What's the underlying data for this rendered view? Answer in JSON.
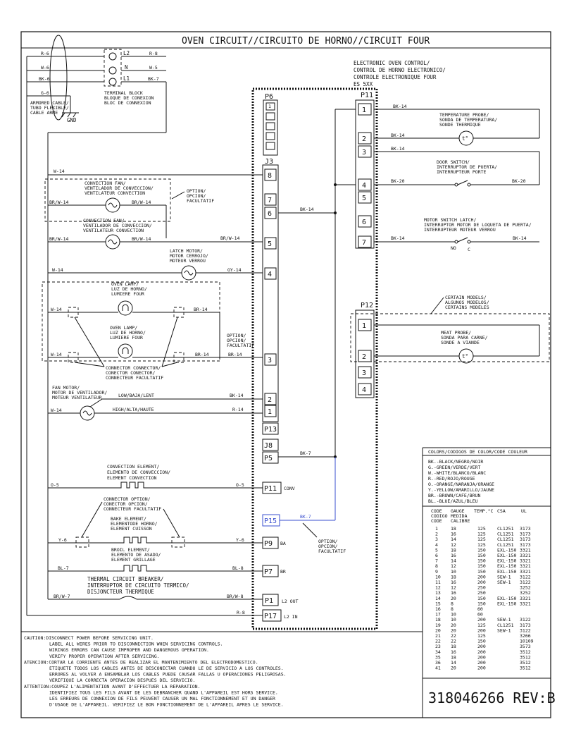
{
  "title": "OVEN CIRCUIT//CIRCUITO DE HORNO//CIRCUIT FOUR",
  "terminal_block": {
    "l2": "L2",
    "n": "N",
    "l1": "L1",
    "label": [
      "TERMINAL BLOCK",
      "BLOQUE DE CONEXION",
      "BLOC DE CONNEXION"
    ]
  },
  "supply": {
    "r6": "R-6",
    "w6": "W-6",
    "bk6": "BK-6",
    "g6": "G-6",
    "r8": "R-8",
    "w5": "W-5",
    "bk7": "BK-7",
    "cable": [
      "ARMORED CABLE/",
      "TUBO FLEXIBLE/",
      "CABLE ARME"
    ],
    "gnd": "GND"
  },
  "control_label": [
    "ELECTRONIC OVEN CONTROL/",
    "CONTROL DE HORNO ELECTRONICO/",
    "CONTROLE ELECTRONIQUE FOUR",
    "ES 5XX"
  ],
  "connectors": {
    "p6": "P6",
    "j3": "J3",
    "p11": "P11",
    "p12": "P12",
    "p13": "P13",
    "j8": "J8",
    "p5": "P5",
    "p11b": "P11",
    "conv": "CONV",
    "p15": "P15",
    "p9": "P9",
    "ba": "BA",
    "p7": "P7",
    "br": "BR",
    "p1": "P1",
    "l2out": "L2 OUT",
    "p17": "P17",
    "l2in": "L2 IN"
  },
  "j3_pins": [
    "8",
    "7",
    "6",
    "5",
    "4",
    "3",
    "2",
    "1"
  ],
  "p11_pins": [
    "1",
    "2",
    "3",
    "4",
    "5",
    "6",
    "7"
  ],
  "p12_pins": [
    "1",
    "2",
    "3",
    "4"
  ],
  "wires": {
    "w14": "W-14",
    "brw14": "BR/W-14",
    "bk14": "BK-14",
    "gy14": "GY-14",
    "br14": "BR-14",
    "r14": "R-14",
    "bk7": "BK-7",
    "o5": "O-5",
    "y6": "Y-6",
    "bl7": "BL-7",
    "bl8": "BL-8",
    "brw7": "BR/W-7",
    "brw8": "BR/W-8",
    "r8": "R-8",
    "bk20": "BK-20"
  },
  "components": {
    "conv_fan_opt": [
      "CONVECTION FAN/",
      "VENTILADOR DE CONVECCION/",
      "VENTILATEUR CONVECTION"
    ],
    "conv_fan": [
      "CONVECTION FAN/",
      "VENTILADOR DE CONVECCION/",
      "VENTILATEUR CONVECTION"
    ],
    "option": [
      "OPTION/",
      "OPCION/",
      "FACULTATIF"
    ],
    "latch_motor": [
      "LATCH MOTOR/",
      "MOTOR CERROJO/",
      "MOTEUR VERROU"
    ],
    "oven_lamp": [
      "OVEN LAMP/",
      "LUZ DE HORNO/",
      "LUMIERE FOUR"
    ],
    "connector": [
      "CONNECTOR CONNECTOR/",
      "CONECTOR CONECTOR/",
      "CONNECTEUR FACULTATIF"
    ],
    "fan_motor": [
      "FAN MOTOR/",
      "MOTOR DE VENTILADOR/",
      "MOTEUR VENTILATEUR"
    ],
    "low": "LOW/BAJA/LENT",
    "high": "HIGH/ALTA/HAUTE",
    "conv_element": [
      "CONVECTION ELEMENT/",
      "ELEMENTO DE CONVECCION/",
      "ELEMENT CONVECTION"
    ],
    "connector_option": [
      "CONNECTOR OPTION/",
      "CONECTOR OPCION/",
      "CONNECTEUR FACULTATIF"
    ],
    "bake": [
      "BAKE ELEMENT/",
      "ELEMENTODE HORNO/",
      "ELEMENT CUISSON"
    ],
    "broil": [
      "BROIL ELEMENT/",
      "ELEMENTO DE ASADO/",
      "ELEMENT GRILLAGE"
    ],
    "tcb": [
      "THERMAL CIRCUIT BREAKER/",
      "INTERRUPTOR DE CIRCUITO TERMICO/",
      "DISJONCTEUR THERMIQUE"
    ],
    "temp_probe": [
      "TEMPERATURE PROBE/",
      "SONDA DE TEMPERATURA/",
      "SONDE THERMIQUE"
    ],
    "door_switch": [
      "DOOR SWITCH/",
      "INTERRUPTOR DE PUERTA/",
      "INTERRUPTEUR PORTE"
    ],
    "motor_latch": [
      "MOTOR SWITCH LATCH/",
      "INTERRUPTOR MOTOR DE LOQUETA DE PUERTA/",
      "INTERRUPTEUR MOTEUR VERROU"
    ],
    "no": "NO",
    "c": "C",
    "certain": [
      "CERTAIN MODELS/",
      "ALGUNOS MODELOS/",
      "CERTAINS MODELES"
    ],
    "meat_probe": [
      "MEAT PROBE/",
      "SONDA PARA CARNE/",
      "SONDE A VIANDE"
    ],
    "t": "t°"
  },
  "color_legend": {
    "title": "COLORS/CODIGOS DE COLOR/CODE COULEUR",
    "items": [
      "BK.-BLACK/NEGRO/NOIR",
      "G.-GREEN/VERDE/VERT",
      "W.-WHITE/BLANCO/BLANC",
      "R.-RED/ROJO/ROUGE",
      "O.-ORANGE/NARANJA/ORANGE",
      "Y.-YELLOW/AMARILLO/JAUNE",
      "BR.-BROWN/CAFE/BRUN",
      "BL.-BLUE/AZUL/BLEU"
    ]
  },
  "gauge_table": {
    "headers": [
      [
        "CODE",
        "CODIGO",
        "CODE"
      ],
      [
        "GAUGE",
        "MEDIDA",
        "CALIBRE"
      ],
      [
        "TEMP.°C"
      ],
      [
        "CSA"
      ],
      [
        "UL"
      ]
    ],
    "rows": [
      [
        "1",
        "18",
        "125",
        "CL1251",
        "3173"
      ],
      [
        "2",
        "16",
        "125",
        "CL1251",
        "3173"
      ],
      [
        "3",
        "14",
        "125",
        "CL1251",
        "3173"
      ],
      [
        "4",
        "12",
        "125",
        "CL1251",
        "3173"
      ],
      [
        "5",
        "18",
        "150",
        "EXL-150",
        "3321"
      ],
      [
        "6",
        "16",
        "150",
        "EXL-150",
        "3321"
      ],
      [
        "7",
        "14",
        "150",
        "EXL-150",
        "3321"
      ],
      [
        "8",
        "12",
        "150",
        "EXL-150",
        "3321"
      ],
      [
        "9",
        "10",
        "150",
        "EXL-150",
        "3321"
      ],
      [
        "10",
        "18",
        "200",
        "SEW-1",
        "3122"
      ],
      [
        "11",
        "16",
        "200",
        "SEW-1",
        "3122"
      ],
      [
        "12",
        "12",
        "250",
        "",
        "3252"
      ],
      [
        "13",
        "16",
        "250",
        "",
        "3252"
      ],
      [
        "14",
        "20",
        "150",
        "EXL-150",
        "3321"
      ],
      [
        "15",
        "8",
        "150",
        "EXL-150",
        "3321"
      ],
      [
        "16",
        "8",
        "60",
        "",
        ""
      ],
      [
        "17",
        "10",
        "60",
        "",
        ""
      ],
      [
        "18",
        "10",
        "200",
        "SEW-1",
        "3122"
      ],
      [
        "19",
        "20",
        "125",
        "CL1251",
        "3173"
      ],
      [
        "20",
        "20",
        "200",
        "SEW-1",
        "3122"
      ],
      [
        "21",
        "22",
        "125",
        "",
        "3266"
      ],
      [
        "22",
        "22",
        "150",
        "",
        "10109"
      ],
      [
        "23",
        "18",
        "200",
        "",
        "3573"
      ],
      [
        "34",
        "16",
        "200",
        "",
        "3512"
      ],
      [
        "35",
        "18",
        "200",
        "",
        "3512"
      ],
      [
        "36",
        "14",
        "200",
        "",
        "3512"
      ],
      [
        "41",
        "20",
        "200",
        "",
        "3512"
      ]
    ]
  },
  "caution": [
    "CAUTION:DISCONNECT POWER BEFORE SERVICING UNIT.",
    "LABEL ALL WIRES PRIOR TO DISCONNECTION WHEN SERVICING CONTROLS.",
    "WIRINGS ERRORS CAN CAUSE IMPROPER AND DANGEROUS OPERATION.",
    "VERIFY PROPER OPERATION AFTER SERVICING.",
    "ATENCION:CORTAR LA CORRIENTE ANTES DE REALIZAR EL MANTENIMIENTO DEL ELECTRODOMESTICO.",
    "ETIQUETE TODOS LOS CABLES ANTES DE DESCONECTAR CUANDO LE DE SERVICIO A LOS CONTROLES.",
    "ERRORES AL VOLVER A ENSAMBLAR LOS CABLES PUEDE CAUSAR FALLAS U OPERACIONES PELIGROSAS.",
    "VERIFIQUE LA CORRECTA OPERACION DESPUES DEL SERVICIO.",
    "ATTENTION:COUPEZ L'ALIMENTATION AVANT D'EFFECTUER LA REPARATION.",
    "IDENTIFIEZ TOUS LES FILS AVANT DE LES DEBRANCHER QUAND L'APPAREIL EST HORS SERVICE.",
    "LES ERREURS DE CONNEXION DE FILS PEUVENT CAUSER UN MAL FONCTIONNEMENT ET UN DANGER",
    "D'USAGE DE L'APPAREIL. VERIFIEZ LE BON FONCTIONNEMENT DE L'APPAREIL APRES LE SERVICE."
  ],
  "part_number": "318046266 REV:B"
}
